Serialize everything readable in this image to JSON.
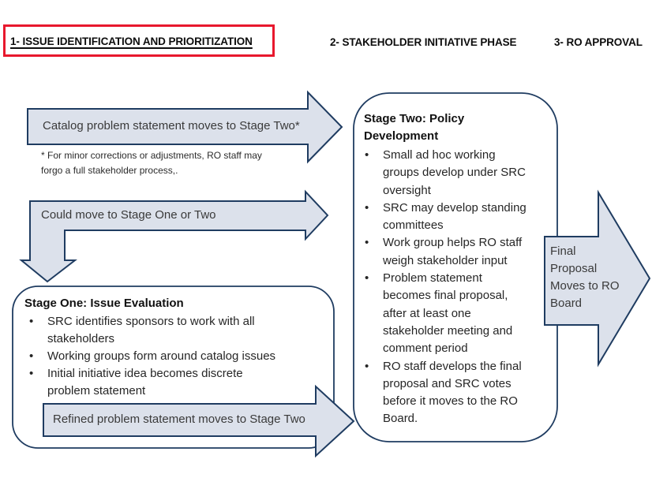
{
  "header": {
    "phase1": "1- ISSUE IDENTIFICATION AND PRIORITIZATION",
    "phase2": "2- STAKEHOLDER INITIATIVE PHASE",
    "phase3": "3- RO APPROVAL"
  },
  "arrows": {
    "catalog_label": "Catalog problem statement moves to Stage Two*",
    "catalog_footnote": "* For minor corrections or adjustments, RO staff may\nforgo a full stakeholder process,.",
    "could_move_label": "Could move to Stage One or Two",
    "refined_label": "Refined problem statement moves to Stage Two",
    "final_proposal_label": "Final\nProposal\nMoves to RO\nBoard"
  },
  "stage_one": {
    "title": "Stage One: Issue Evaluation",
    "bullets": [
      "SRC identifies sponsors to work with all\nstakeholders",
      "Working groups form around catalog issues",
      "Initial initiative idea becomes discrete\nproblem statement"
    ]
  },
  "stage_two": {
    "title": "Stage Two: Policy\nDevelopment",
    "bullets": [
      "Small ad hoc working\ngroups develop under SRC\noversight",
      "SRC may develop standing\ncommittees",
      "Work group helps RO staff\nweigh stakeholder input",
      "Problem statement\nbecomes final proposal,\nafter at least one\nstakeholder meeting and\ncomment period",
      "RO staff develops the final\nproposal and SRC votes\nbefore it moves to the RO\nBoard."
    ]
  },
  "colors": {
    "shape_fill": "#dce1eb",
    "shape_stroke": "#1f3c61",
    "box_fill": "#ffffff",
    "highlight_red": "#e8182d",
    "text": "#262626"
  }
}
